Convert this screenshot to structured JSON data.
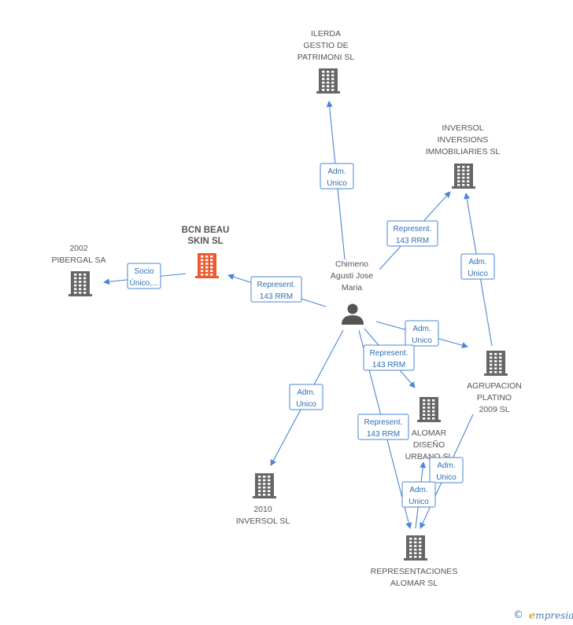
{
  "colors": {
    "edge": "#4a86d4",
    "label_border": "#4a86d4",
    "label_text": "#2f6fb8",
    "building": "#666666",
    "building_focus": "#ee5a2f",
    "person": "#555555"
  },
  "nodes": [
    {
      "id": "ilerda",
      "lines": [
        "ILERDA",
        "GESTIO DE",
        "PATRIMONI SL"
      ],
      "icon": "building-icon"
    },
    {
      "id": "inversol_inv",
      "lines": [
        "INVERSOL",
        "INVERSIONS",
        "IMMOBILIARIES SL"
      ],
      "icon": "building-icon"
    },
    {
      "id": "bcn_beau",
      "lines": [
        "BCN BEAU",
        "SKIN SL"
      ],
      "icon": "building-icon",
      "focus": true
    },
    {
      "id": "pibergal",
      "lines": [
        "2002",
        "PIBERGAL SA"
      ],
      "icon": "building-icon"
    },
    {
      "id": "chimeno",
      "lines": [
        "Chimeno",
        "Agusti Jose",
        "Maria"
      ],
      "icon": "person-icon"
    },
    {
      "id": "agrupacion",
      "lines": [
        "AGRUPACION",
        "PLATINO",
        "2009 SL"
      ],
      "icon": "building-icon"
    },
    {
      "id": "alomar_diseno",
      "lines": [
        "ALOMAR",
        "DISEÑO",
        "URBANO SL"
      ],
      "icon": "building-icon"
    },
    {
      "id": "inversol2010",
      "lines": [
        "2010",
        "INVERSOL SL"
      ],
      "icon": "building-icon"
    },
    {
      "id": "representaciones",
      "lines": [
        "REPRESENTACIONES",
        "ALOMAR SL"
      ],
      "icon": "building-icon"
    }
  ],
  "edges": [
    {
      "from": "chimeno",
      "to": "ilerda",
      "label": [
        "Adm.",
        "Unico"
      ]
    },
    {
      "from": "chimeno",
      "to": "inversol_inv",
      "label": [
        "Represent.",
        "143 RRM"
      ]
    },
    {
      "from": "chimeno",
      "to": "bcn_beau",
      "label": [
        "Represent.",
        "143 RRM"
      ]
    },
    {
      "from": "bcn_beau",
      "to": "pibergal",
      "label": [
        "Socio",
        "Único,..."
      ]
    },
    {
      "from": "agrupacion",
      "to": "inversol_inv",
      "label": [
        "Adm.",
        "Unico"
      ]
    },
    {
      "from": "chimeno",
      "to": "agrupacion",
      "label": [
        "Adm.",
        "Unico"
      ]
    },
    {
      "from": "chimeno",
      "to": "alomar_diseno",
      "label": [
        "Represent.",
        "143 RRM"
      ]
    },
    {
      "from": "chimeno",
      "to": "inversol2010",
      "label": [
        "Adm.",
        "Unico"
      ]
    },
    {
      "from": "chimeno",
      "to": "representaciones",
      "label": [
        "Represent.",
        "143 RRM"
      ]
    },
    {
      "from": "agrupacion",
      "to": "representaciones",
      "label": [
        "Adm.",
        "Unico"
      ]
    },
    {
      "from": "representaciones",
      "to": "alomar_diseno",
      "label": [
        "Adm.",
        "Unico"
      ]
    }
  ],
  "footer": {
    "copyright": "©",
    "brand_initial": "e",
    "brand_rest": "mpresia"
  }
}
